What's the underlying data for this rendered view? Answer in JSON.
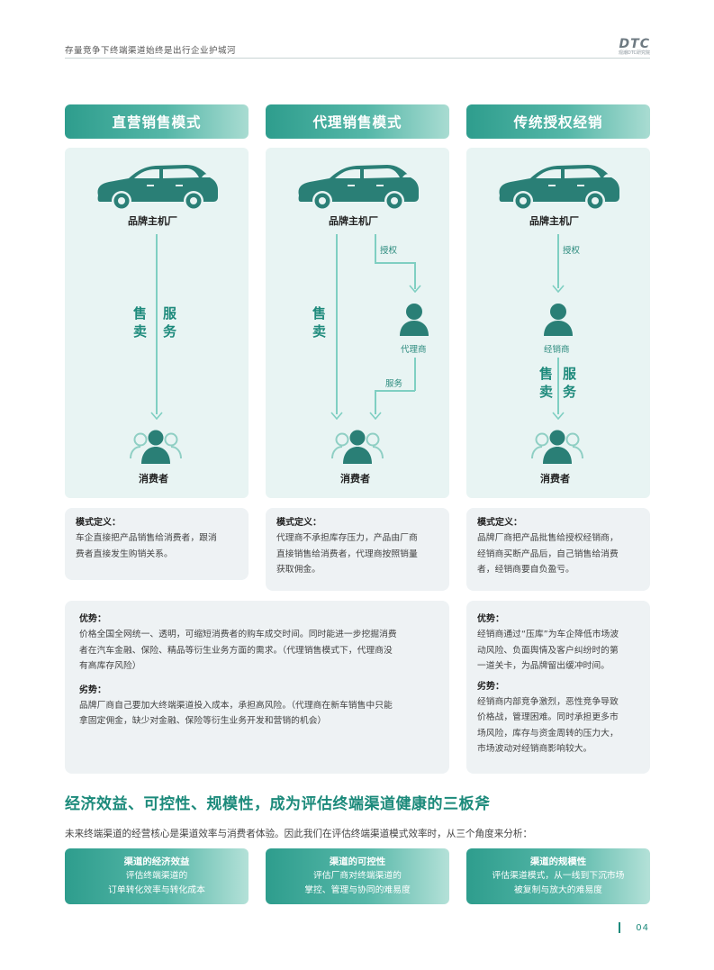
{
  "header": {
    "title": "存量竞争下终端渠道始终是出行企业护城河",
    "logo_text": "DTC",
    "logo_sub": "观潮DTC研究院"
  },
  "columns": [
    {
      "title": "直营销售模式",
      "top_node": "品牌主机厂",
      "bottom_node": "消费者",
      "label_left": "售卖",
      "label_right": "服务",
      "definition_title": "模式定义：",
      "definition_lines": [
        "车企直接把产品销售给消费者，跟消",
        "费者直接发生购销关系。"
      ]
    },
    {
      "title": "代理销售模式",
      "top_node": "品牌主机厂",
      "middle_node": "代理商",
      "bottom_node": "消费者",
      "label_left": "售卖",
      "label_auth": "授权",
      "label_service": "服务",
      "definition_title": "模式定义：",
      "definition_lines": [
        "代理商不承担库存压力，产品由厂商",
        "直接销售给消费者，代理商按照销量",
        "获取佣金。"
      ]
    },
    {
      "title": "传统授权经销",
      "top_node": "品牌主机厂",
      "middle_node": "经销商",
      "bottom_node": "消费者",
      "label_auth": "授权",
      "label_left": "售卖",
      "label_right": "服务",
      "definition_title": "模式定义：",
      "definition_lines": [
        "品牌厂商把产品批售给授权经销商，",
        "经销商买断产品后，自己销售给消费",
        "者，经销商要自负盈亏。"
      ]
    }
  ],
  "combined_box": {
    "adv_title": "优势：",
    "adv_lines": [
      "价格全国全网统一、透明，可缩短消费者的购车成交时间。同时能进一步挖掘消费",
      "者在汽车金融、保险、精品等衍生业务方面的需求。（代理销售模式下，代理商没",
      "有高库存风险）"
    ],
    "dis_title": "劣势：",
    "dis_lines": [
      "品牌厂商自己要加大终端渠道投入成本，承担高风险。（代理商在新车销售中只能",
      "拿固定佣金，缺少对金融、保险等衍生业务开发和营销的机会）"
    ]
  },
  "traditional_box": {
    "adv_title": "优势：",
    "adv_lines": [
      "经销商通过“压库”为车企降低市场波",
      "动风险、负面舆情及客户纠纷时的第",
      "一道关卡，为品牌留出缓冲时间。"
    ],
    "dis_title": "劣势：",
    "dis_lines": [
      "经销商内部竞争激烈，恶性竞争导致",
      "价格战，管理困难。同时承担更多市",
      "场风险，库存与资金周转的压力大，",
      "市场波动对经销商影响较大。"
    ]
  },
  "section": {
    "title": "经济效益、可控性、规模性，成为评估终端渠道健康的三板斧",
    "intro": "未来终端渠道的经营核心是渠道效率与消费者体验。因此我们在评估终端渠道模式效率时，从三个角度来分析："
  },
  "cards": [
    {
      "title": "渠道的经济效益",
      "lines": [
        "评估终端渠道的",
        "订单转化效率与转化成本"
      ]
    },
    {
      "title": "渠道的可控性",
      "lines": [
        "评估厂商对终端渠道的",
        "掌控、管理与协同的难易度"
      ]
    },
    {
      "title": "渠道的规模性",
      "lines": [
        "评估渠道模式，从一线到下沉市场",
        "被复制与放大的难易度"
      ]
    }
  ],
  "page_number": "04",
  "colors": {
    "accent": "#1e8a7c",
    "icon": "#2a7f76",
    "panel": "#e8f4f3",
    "box": "#eef2f4"
  }
}
